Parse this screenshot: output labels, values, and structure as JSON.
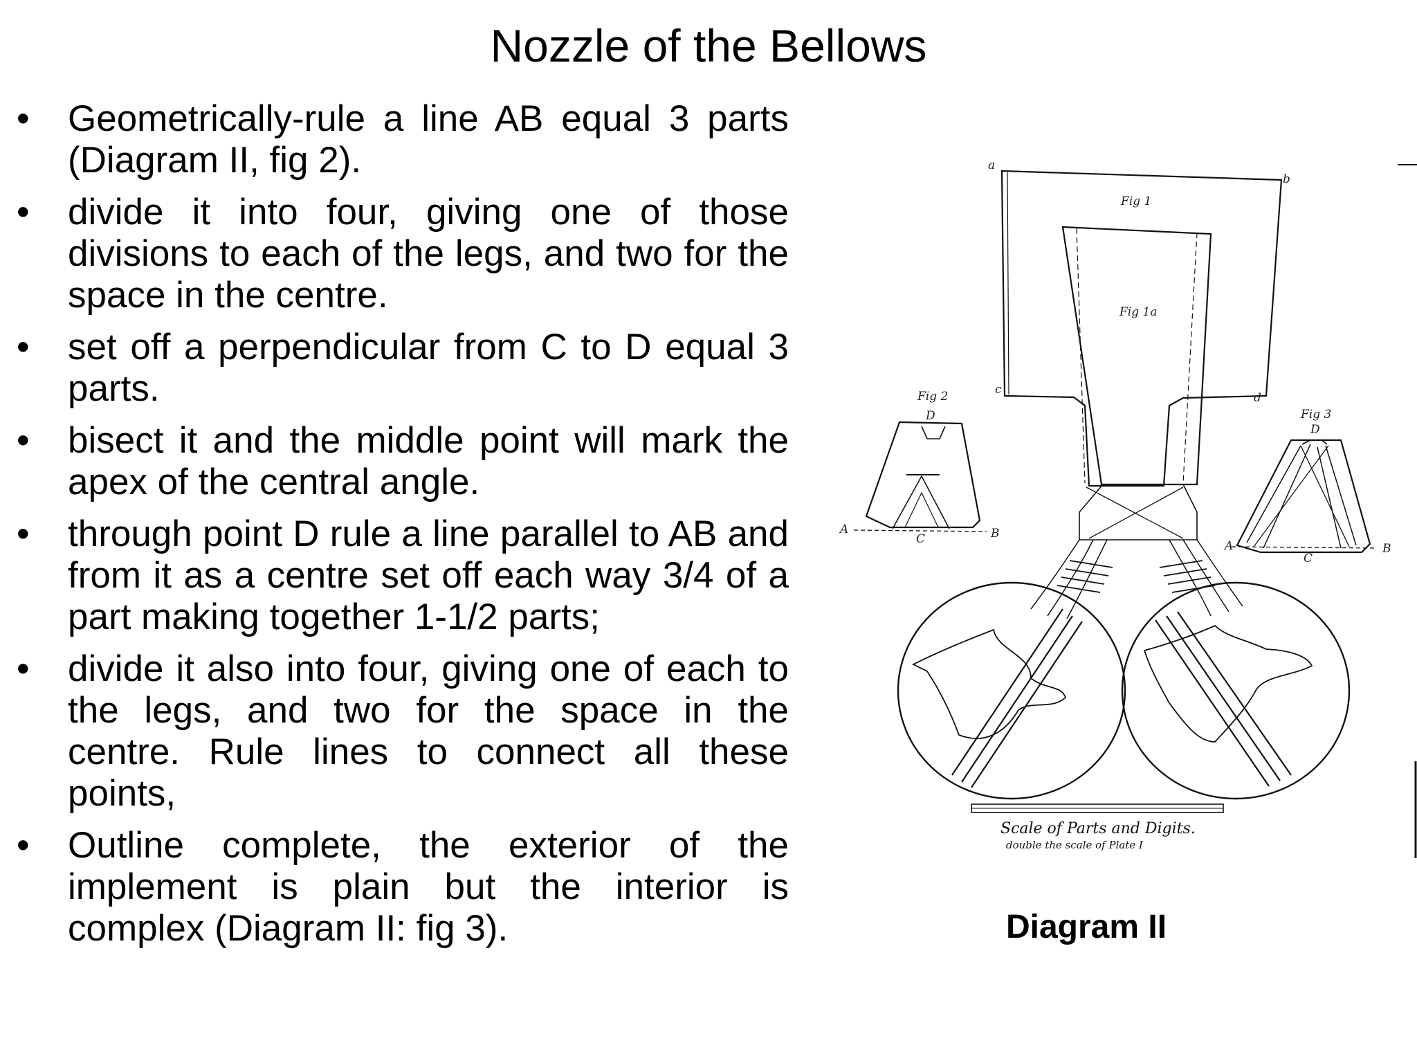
{
  "slide": {
    "title": "Nozzle of the Bellows",
    "bullets": [
      "Geometrically-rule a line AB equal 3 parts (Diagram II, fig 2).",
      "divide it into four, giving one of those divisions to each of the legs, and two for the space in the centre.",
      "set off a perpendicular from C to D equal 3 parts.",
      "bisect it and the middle point will mark the apex of the central angle.",
      "through point D rule a line parallel to AB and from it as a centre set off each way 3/4 of a part making together 1-1/2 parts;",
      "divide it also into four, giving one of each to the legs, and two for the space in the centre. Rule lines to connect all these points,",
      "Outline complete, the exterior of the implement is plain but the interior is complex (Diagram II: fig 3)."
    ],
    "bullet_symbol": "•"
  },
  "figure": {
    "caption": "Diagram II",
    "labels": {
      "fig1": "Fig 1",
      "fig1a": "Fig 1a",
      "fig2": "Fig 2",
      "fig3": "Fig 3",
      "a": "a",
      "b": "b",
      "c": "c",
      "d": "d",
      "A": "A",
      "B": "B",
      "C": "C",
      "D": "D"
    },
    "scale_line1": "Scale of Parts and Digits.",
    "scale_line2": "double the scale of Plate I"
  }
}
